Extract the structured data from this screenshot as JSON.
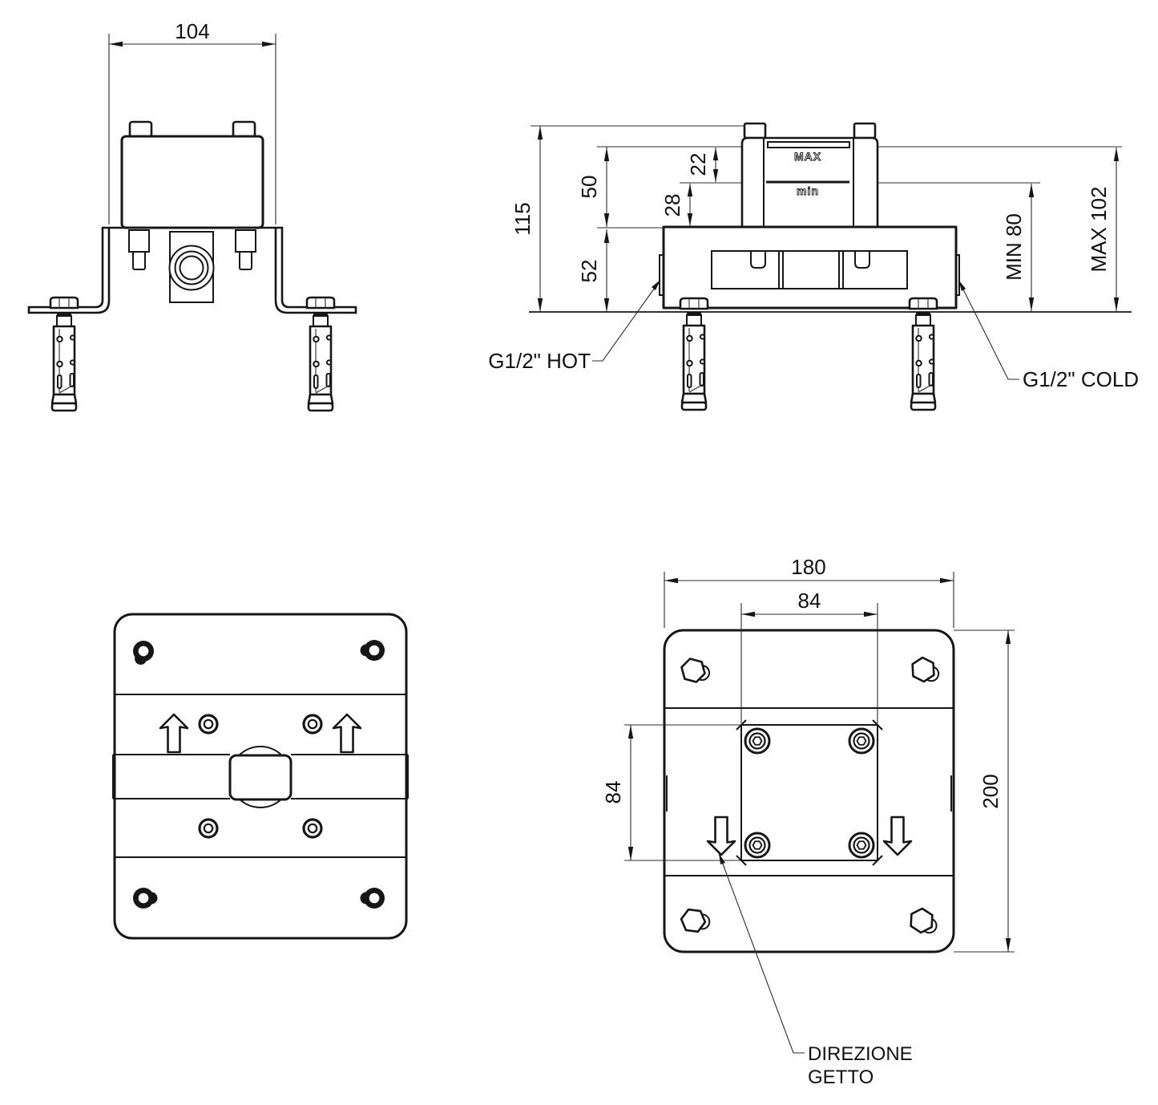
{
  "drawing": {
    "views": {
      "front_valve": {
        "dim_width": "104"
      },
      "side_valve": {
        "dim_total_height": "115",
        "dim_upper": "50",
        "dim_lower": "52",
        "dim_max_plaster": "22",
        "dim_min_plaster": "28",
        "dim_min_range": "MIN 80",
        "dim_max_range": "MAX 102",
        "marking_max": "MAX",
        "marking_min": "min",
        "label_hot": "G1/2\" HOT",
        "label_cold": "G1/2\" COLD"
      },
      "back_plate": {
        "dim_width": "180",
        "dim_square_width": "84",
        "dim_square_height": "84",
        "dim_height": "200",
        "label_jet_line1": "DIREZIONE",
        "label_jet_line2": "GETTO"
      }
    },
    "colors": {
      "line": "#161616",
      "background": "#ffffff"
    }
  }
}
